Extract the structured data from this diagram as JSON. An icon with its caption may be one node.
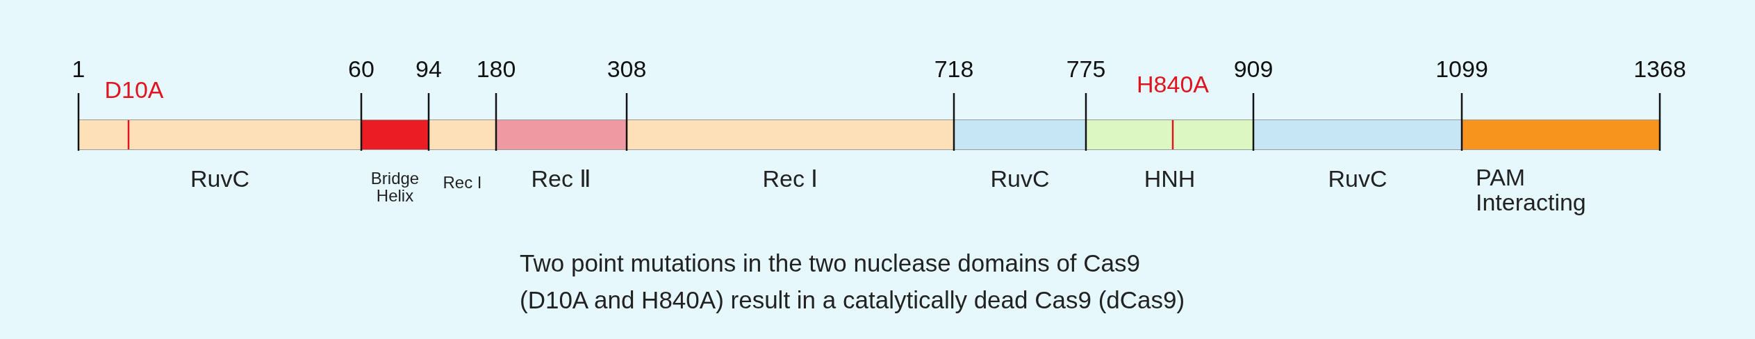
{
  "diagram": {
    "caption": "Two point mutations in the two nuclease domains of Cas9 (D10A and H840A) result in a catalytically dead Cas9 (dCas9)",
    "nodes": [
      {
        "text": [
          "RuvC"
        ],
        "beside": [
          "1"
        ]
      },
      {
        "text": [
          "Bridge Helix"
        ],
        "beside": [
          "60"
        ]
      },
      {
        "text": [
          "Rec I"
        ],
        "beside": [
          "94"
        ]
      },
      {
        "text": [
          "Rec Ⅱ"
        ],
        "beside": [
          "180"
        ]
      },
      {
        "text": [
          "Rec Ⅰ"
        ],
        "beside": [
          "308"
        ]
      },
      {
        "text": [
          "RuvC"
        ],
        "beside": [
          "718"
        ]
      },
      {
        "text": [
          "HNH"
        ],
        "beside": [
          "775"
        ]
      },
      {
        "text": [
          "RuvC"
        ],
        "beside": [
          "909"
        ]
      },
      {
        "text": [
          "PAM Interacting"
        ],
        "beside": [
          "1099",
          "1368"
        ]
      }
    ],
    "labels": [
      "D10A",
      "H840A"
    ]
  }
}
